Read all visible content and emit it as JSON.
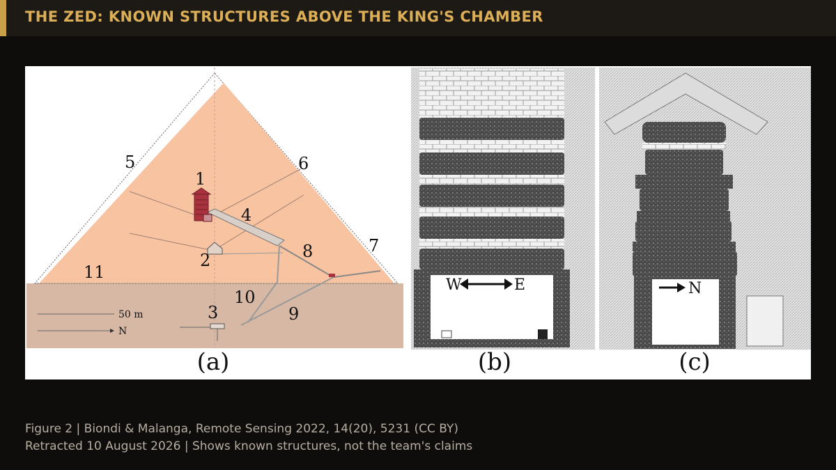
{
  "header": {
    "title": "THE ZED: KNOWN STRUCTURES ABOVE THE KING'S CHAMBER",
    "accent_color": "#c9a04a"
  },
  "figure": {
    "panel_a": {
      "label": "(a)",
      "numbers": [
        "1",
        "2",
        "3",
        "4",
        "5",
        "6",
        "7",
        "8",
        "9",
        "10",
        "11"
      ],
      "scale_label": "50 m",
      "north_label": "N",
      "colors": {
        "pyramid": "#f8c3a1",
        "bedrock": "#d6b8a5",
        "chambers": "#a8323d"
      }
    },
    "panel_b": {
      "label": "(b)",
      "direction_label": "W",
      "direction_label_2": "E"
    },
    "panel_c": {
      "label": "(c)",
      "north_label": "N"
    }
  },
  "caption": {
    "line1": "Figure 2 | Biondi & Malanga, Remote Sensing 2022, 14(20), 5231 (CC BY)",
    "line2": "Retracted 10 August 2026 | Shows known structures, not the team's claims"
  }
}
